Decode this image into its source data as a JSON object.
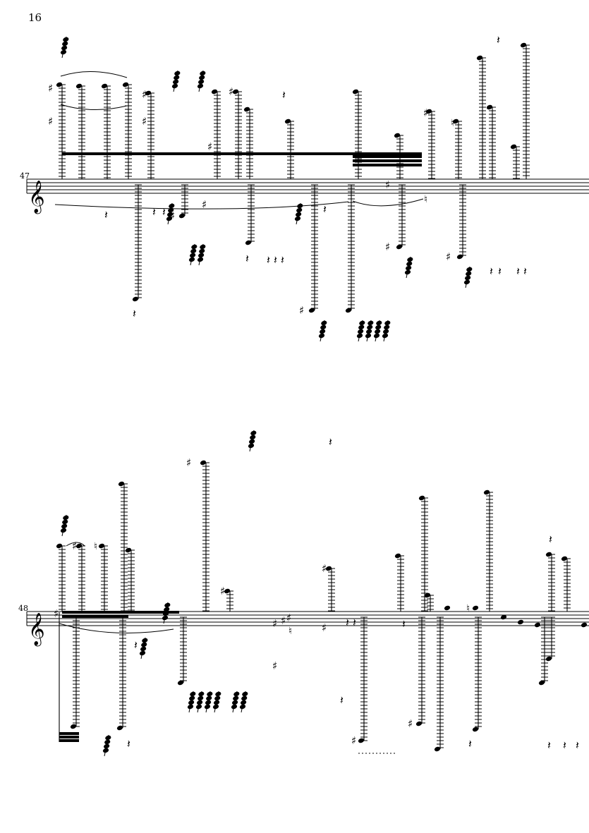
{
  "page": {
    "number": "16"
  },
  "systems": [
    {
      "measure_number": "47",
      "clef": "treble-clef-icon"
    },
    {
      "measure_number": "48",
      "clef": "treble-clef-icon"
    }
  ],
  "glyphs": {
    "sharp": "♯",
    "natural": "♮",
    "rest": "𝄽",
    "clef": "𝄞"
  }
}
